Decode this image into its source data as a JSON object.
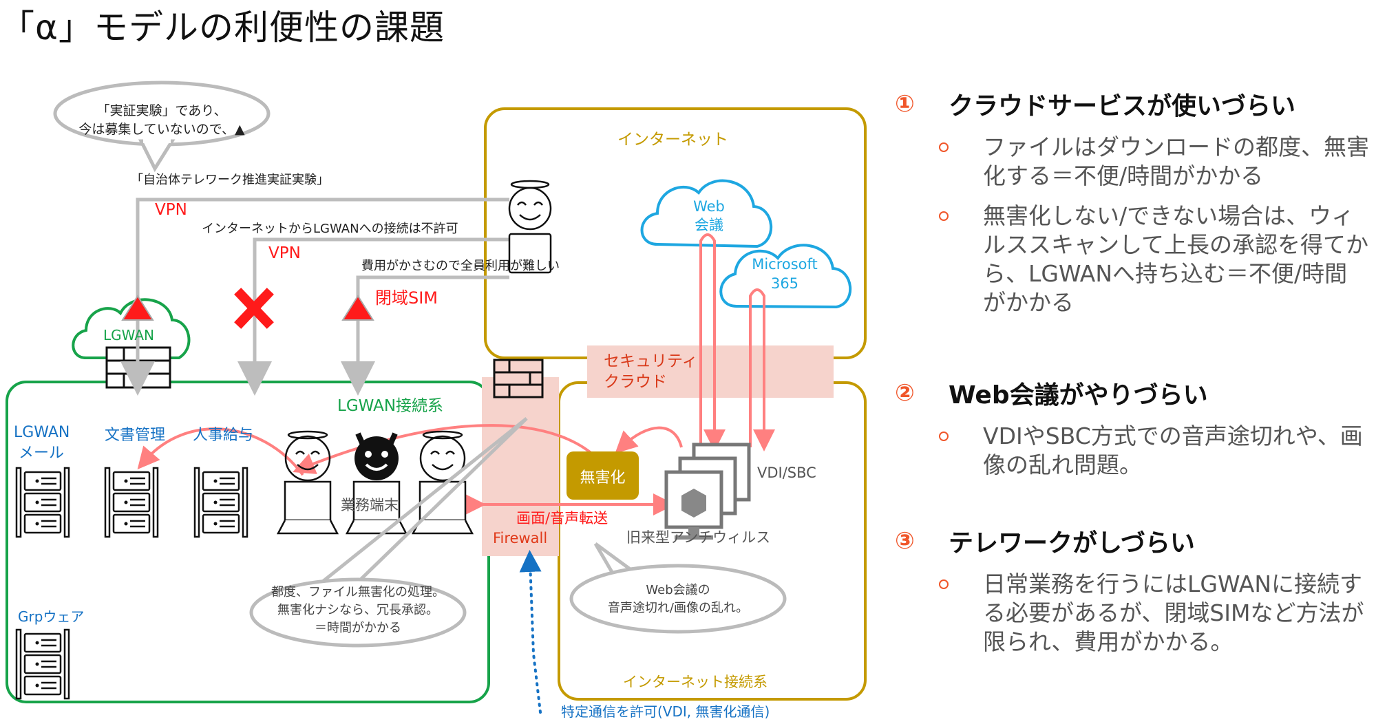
{
  "title": "「α」モデルの利便性の課題",
  "diagram": {
    "bubble_top": {
      "line1": "「実証実験」であり、",
      "line2": "今は募集していないので、▲"
    },
    "experiment_label": "「自治体テレワーク推進実証実験」",
    "vpn_label_1": "VPN",
    "not_allowed_text": "インターネットからLGWANへの接続は不許可",
    "vpn_label_2": "VPN",
    "cost_text": "費用がかさむので全員利用が難しい",
    "closed_sim_label": "閉域SIM",
    "lgwan_cloud_label": "LGWAN",
    "internet_zone_label": "インターネット",
    "web_meeting_cloud": {
      "line1": "Web",
      "line2": "会議"
    },
    "microsoft_cloud": {
      "line1": "Microsoft",
      "line2": "365"
    },
    "security_cloud": {
      "line1": "セキュリティ",
      "line2": "クラウド"
    },
    "lgwan_zone_label": "LGWAN接続系",
    "servers": [
      {
        "line1": "LGWAN",
        "line2": "メール"
      },
      {
        "line1": "文書管理",
        "line2": ""
      },
      {
        "line1": "人事給与",
        "line2": ""
      }
    ],
    "grp_server_label": "Grpウェア",
    "terminal_label": "業務端末",
    "sanitize_button": "無害化",
    "vdi_label": "VDI/SBC",
    "screen_transfer_label": "画面/音声転送",
    "firewall_label": "Firewall",
    "antivirus_label": "旧来型アンチウィルス",
    "bubble_bottom_left": {
      "line1": "都度、ファイル無害化の処理。",
      "line2": "無害化ナシなら、冗長承認。",
      "line3": "＝時間がかかる"
    },
    "bubble_bottom_right": {
      "line1": "Web会議の",
      "line2": "音声途切れ/画像の乱れ。"
    },
    "internet_connect_zone_label": "インターネット接続系",
    "specific_traffic_label": "特定通信を許可(VDI, 無害化通信)"
  },
  "issues": [
    {
      "num": "①",
      "heading": "クラウドサービスが使いづらい",
      "bullets": [
        "ファイルはダウンロードの都度、無害化する＝不便/時間がかかる",
        "無害化しない/できない場合は、ウィルススキャンして上長の承認を得てから、LGWANへ持ち込む＝不便/時間がかかる"
      ]
    },
    {
      "num": "②",
      "heading": "Web会議がやりづらい",
      "bullets": [
        "VDIやSBC方式での音声途切れや、画像の乱れ問題。"
      ]
    },
    {
      "num": "③",
      "heading": "テレワークがしづらい",
      "bullets": [
        "日常業務を行うにはLGWANに接続する必要があるが、閉域SIMなど方法が限られ、費用がかかる。"
      ]
    }
  ],
  "colors": {
    "lgwan_green": "#17a34a",
    "internet_gold": "#c49a00",
    "cloud_cyan": "#1ea7e1",
    "alert_red": "#ff1a1a",
    "arrow_pink": "#ff8080",
    "accent_orange": "#f0562a",
    "security_fill": "#f6d3cc"
  }
}
